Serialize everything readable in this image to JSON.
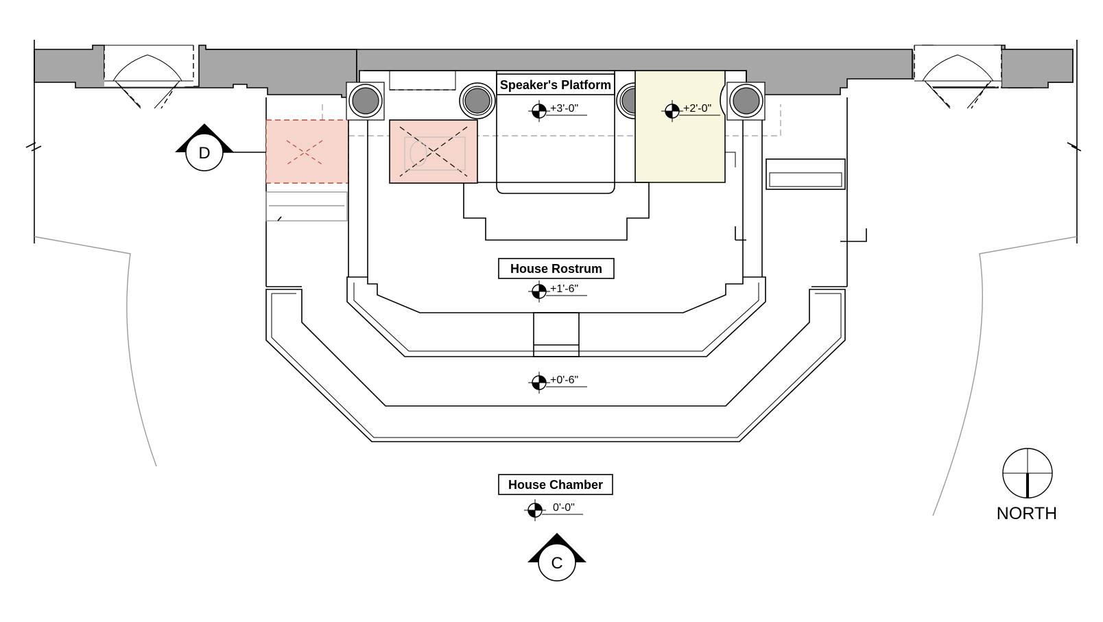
{
  "labels": {
    "speakers_platform": "Speaker's Platform",
    "house_rostrum": "House Rostrum",
    "house_chamber": "House Chamber",
    "north": "NORTH"
  },
  "elevations": {
    "platform": "+3'-0\"",
    "side_area": "+2'-0\"",
    "rostrum": "+1'-6\"",
    "lower_tier": "+0'-6\"",
    "chamber_floor": "0'-0\""
  },
  "section_tags": {
    "left": "D",
    "bottom": "C"
  },
  "colors": {
    "wall": "#a7a7a7",
    "removed_area": "#f6d6cc",
    "removed_outline": "#b64a3c",
    "new_area": "#f8f6df"
  }
}
